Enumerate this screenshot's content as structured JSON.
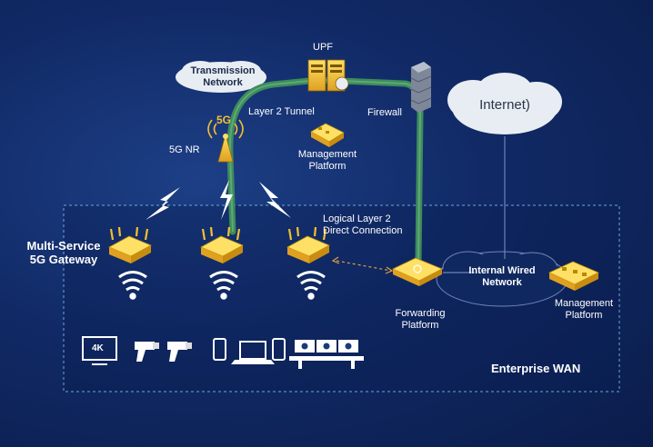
{
  "labels": {
    "upf": "UPF",
    "transmission_network": [
      "Transmission",
      "Network"
    ],
    "layer2_tunnel": "Layer 2 Tunnel",
    "firewall": "Firewall",
    "internet": "Internet)",
    "fiveg_badge": "5G",
    "fiveg_nr": "5G NR",
    "management_platform_top": [
      "Management",
      "Platform"
    ],
    "multi_service_gateway": [
      "Multi-Service",
      "5G Gateway"
    ],
    "logical_layer2": [
      "Logical Layer 2",
      "Direct Connection"
    ],
    "internal_wired_network": [
      "Internal Wired",
      "Network"
    ],
    "forwarding_platform": [
      "Forwarding",
      "Platform"
    ],
    "management_platform_right": [
      "Management",
      "Platform"
    ],
    "enterprise_wan": "Enterprise WAN",
    "tv_4k": "4K"
  },
  "colors": {
    "tunnel": "#3f8b5c",
    "gold": "#f3c12e",
    "cloud": "#e8edf4",
    "dashed_line": "#e0a040",
    "wan_border": "#6aa8d8"
  },
  "icons": [
    "server-icon",
    "firewall-icon",
    "antenna-icon",
    "router-icon",
    "wifi-icon",
    "tv-icon",
    "scanner-icon",
    "phone-icon",
    "laptop-icon",
    "conference-icon",
    "cloud-icon"
  ]
}
